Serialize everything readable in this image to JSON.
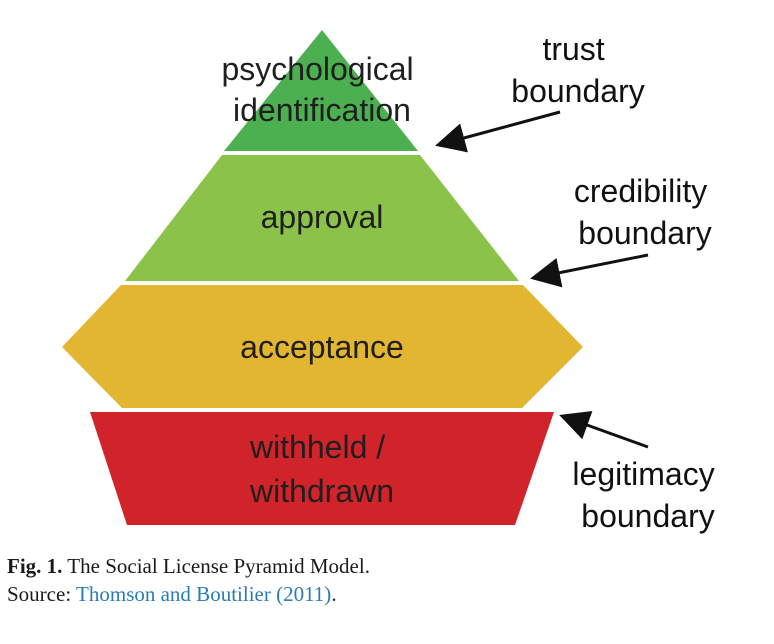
{
  "pyramid": {
    "layers": [
      {
        "lines": [
          "psychological",
          "identification"
        ],
        "color": "#4caf50"
      },
      {
        "lines": [
          "approval"
        ],
        "color": "#8bc34a"
      },
      {
        "lines": [
          "acceptance"
        ],
        "color": "#e2b631"
      },
      {
        "lines": [
          "withheld /",
          "withdrawn"
        ],
        "color": "#d0232a"
      }
    ],
    "boundaries": [
      {
        "lines": [
          "trust",
          "boundary"
        ]
      },
      {
        "lines": [
          "credibility",
          "boundary"
        ]
      },
      {
        "lines": [
          "legitimacy",
          "boundary"
        ]
      }
    ]
  },
  "caption": {
    "fig_label": "Fig. 1.",
    "title": " The Social License Pyramid Model.",
    "source_label": "Source: ",
    "source_link": "Thomson and Boutilier (2011)",
    "source_end": "."
  }
}
